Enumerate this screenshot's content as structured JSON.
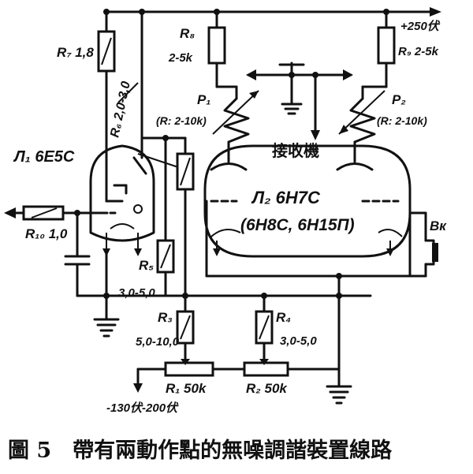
{
  "labels": {
    "r7": "R₇ 1,8",
    "r6": "R₆ 2,0-3,0",
    "r8_name": "R₈",
    "r8_val": "2-5k",
    "supply": "+250伏",
    "r9": "R₉ 2-5k",
    "p1_name": "P₁",
    "p1_val": "(R: 2-10k)",
    "p2_name": "P₂",
    "p2_val": "(R: 2-10k)",
    "receiver": "接收機",
    "tube1": "Л₁ 6E5C",
    "tube2_name": "Л₂ 6H7C",
    "tube2_alt": "(6H8C, 6H15П)",
    "r10": "R₁₀ 1,0",
    "r5_name": "R₅",
    "r5_val": "3,0-5,0",
    "r3_name": "R₃",
    "r3_val": "5,0-10,0",
    "r4_name": "R₄",
    "r4_val": "3,0-5,0",
    "phones": "Bк",
    "r1": "R₁ 50k",
    "r2": "R₂ 50k",
    "bias": "-130伏-200伏",
    "caption": "圖 5　帶有兩動作點的無噪調諧裝置線路"
  },
  "icons": [
    "ground-symbol",
    "arrow-left",
    "arrow-right",
    "arrow-down",
    "tuning-eye-tube",
    "dual-triode-tube",
    "potentiometer",
    "resistor",
    "capacitor",
    "headphone-jack"
  ]
}
